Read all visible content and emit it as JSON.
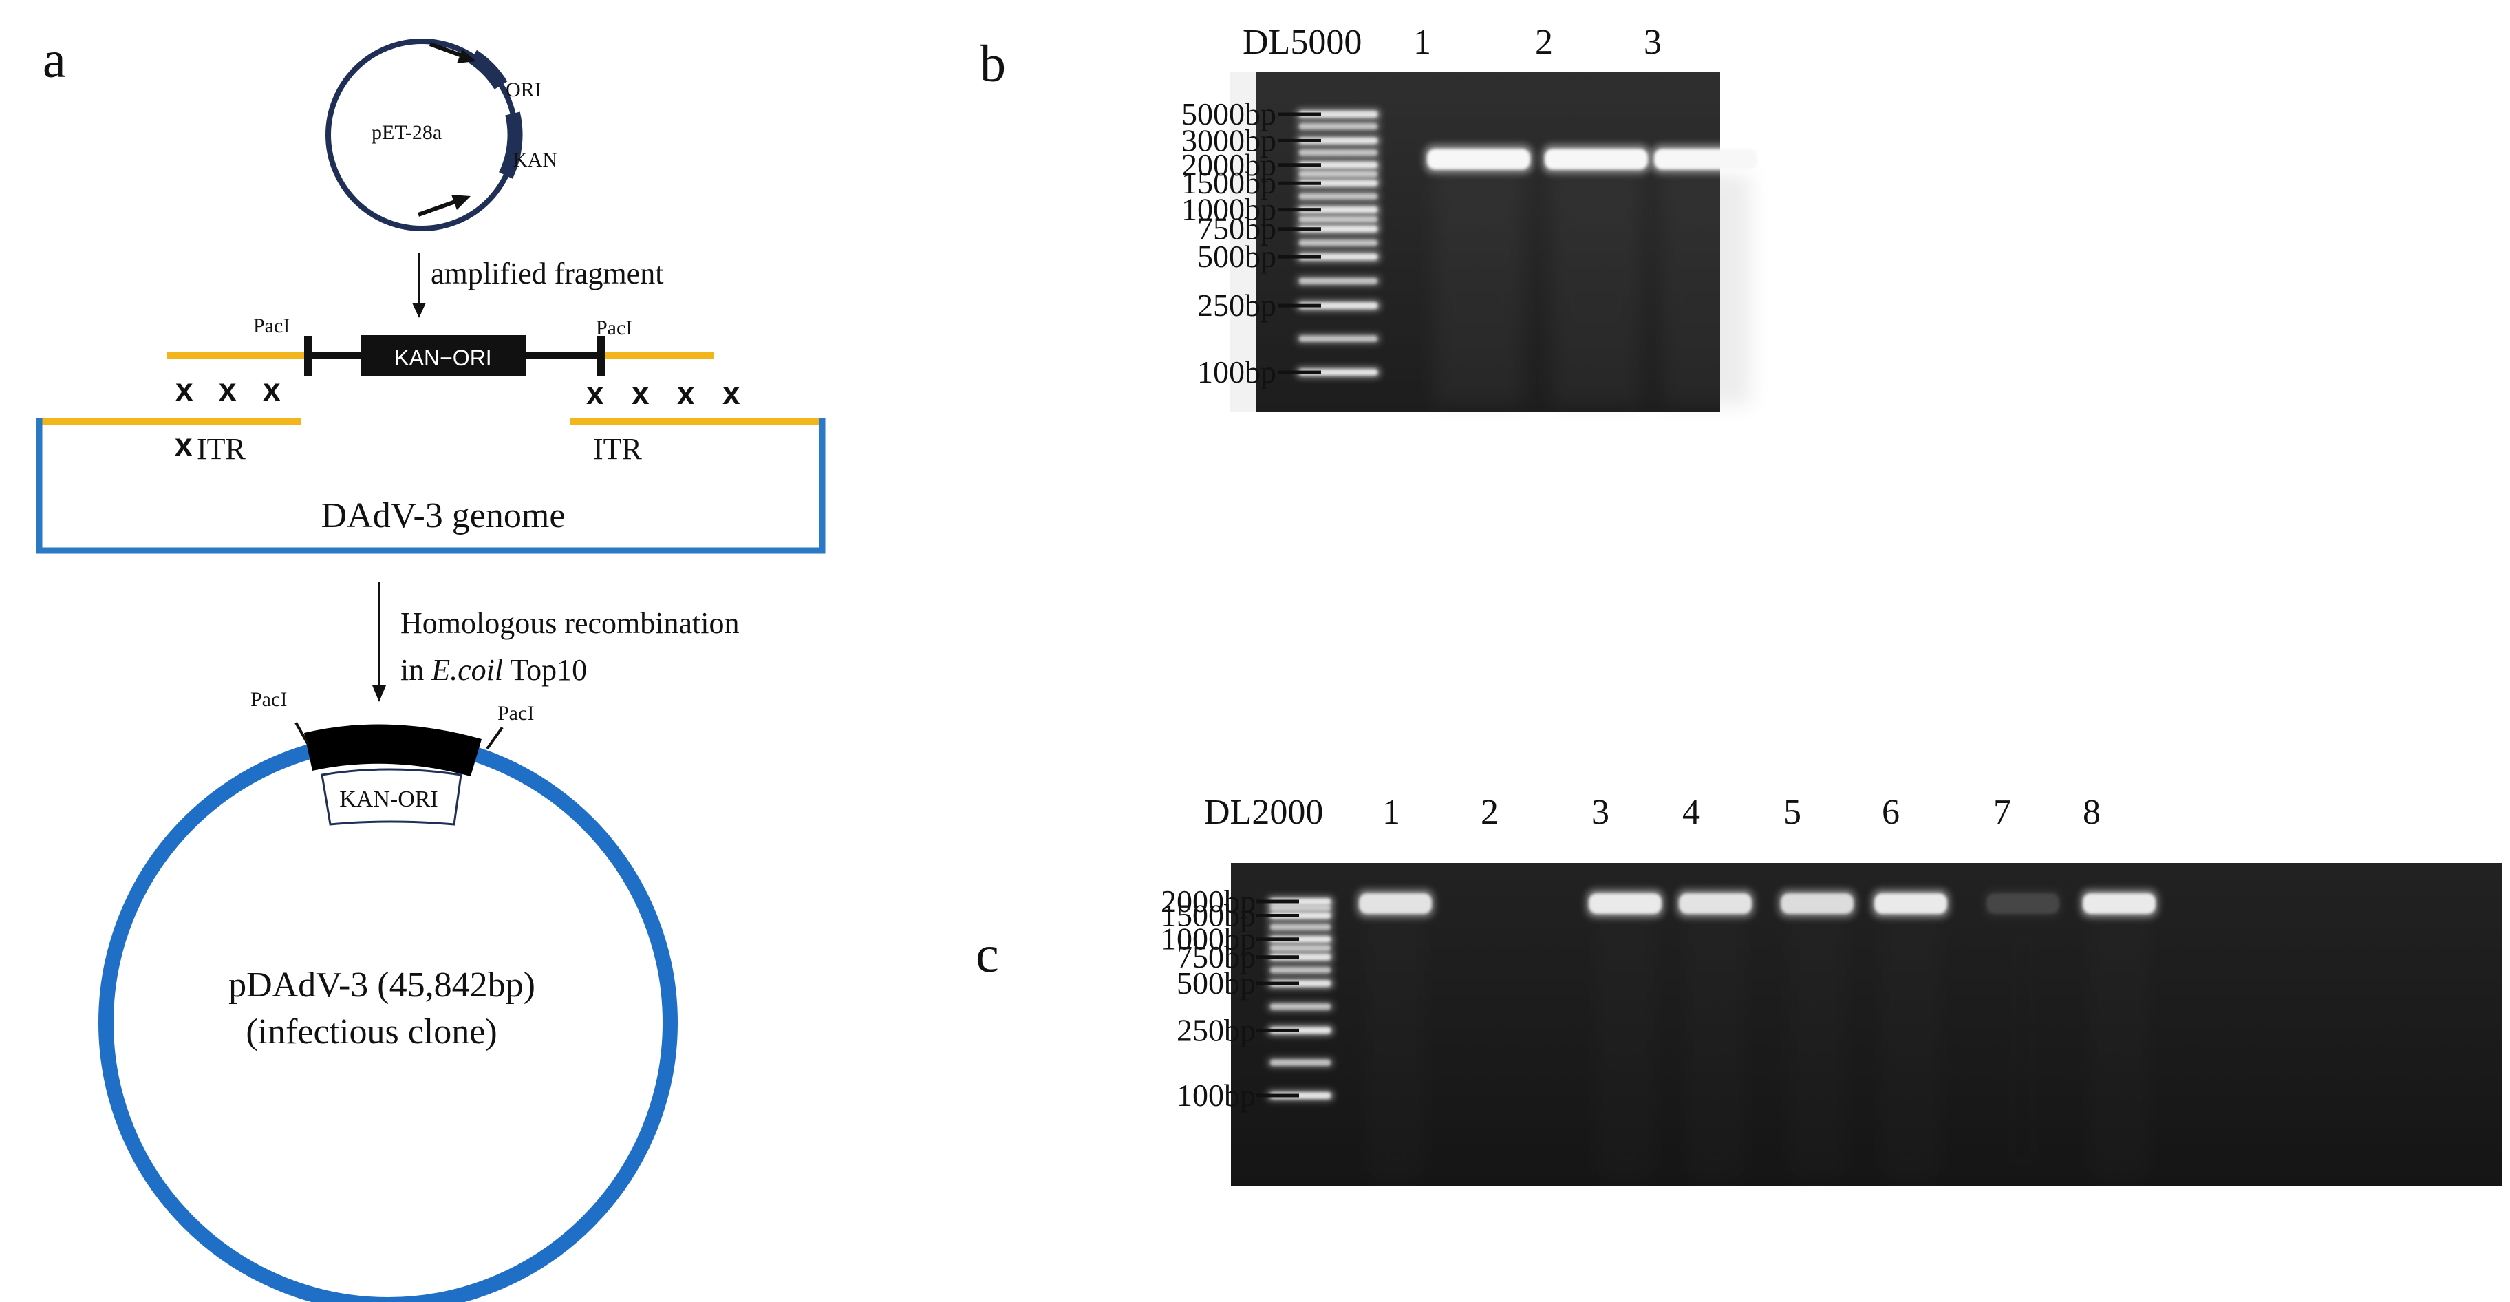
{
  "panel_a": {
    "letter": "a",
    "plasmid": {
      "name": "pET-28a",
      "ori": "ORI",
      "kan": "KAN"
    },
    "step1": "amplified fragment",
    "construct": {
      "left_site": "PacI",
      "right_site": "PacI",
      "cassette": "KAN−ORI",
      "left_itr": "ITR",
      "right_itr": "ITR",
      "x_mark": "x"
    },
    "genome": "DAdV-3 genome",
    "step2_line1": "Homologous recombination",
    "step2_in": "in ",
    "step2_strain": "E.coil",
    "step2_rest": " Top10",
    "product": {
      "left_site": "PacI",
      "right_site": "PacI",
      "cassette": "KAN-ORI",
      "name": "pDAdV-3 (45,842bp)",
      "note": "(infectious clone)"
    },
    "colors": {
      "homology_arm": "#f2b51c",
      "genome": "#2a79c7",
      "plasmid": "#1f2f56",
      "insert": "#000000"
    }
  },
  "panel_b": {
    "letter": "b",
    "marker_label": "DL5000",
    "lane_labels": [
      "1",
      "2",
      "3"
    ],
    "ladder_labels": [
      "5000bp",
      "3000bp",
      "2000bp",
      "1500bp",
      "1000bp",
      "750bp",
      "500bp",
      "250bp",
      "100bp"
    ],
    "ladder_sizes_bp": [
      5000,
      3000,
      2000,
      1500,
      1000,
      750,
      500,
      250,
      100
    ],
    "sample_band_bp": 2200,
    "sample_band_intensity": [
      1.0,
      1.0,
      1.0
    ]
  },
  "panel_c": {
    "letter": "c",
    "marker_label": "DL2000",
    "lane_labels": [
      "1",
      "2",
      "3",
      "4",
      "5",
      "6",
      "7",
      "8"
    ],
    "ladder_labels": [
      "2000bp",
      "1500bp",
      "1000bp",
      "750bp",
      "500bp",
      "250bp",
      "100bp"
    ],
    "ladder_sizes_bp": [
      2000,
      1500,
      1000,
      750,
      500,
      250,
      100
    ],
    "sample_band_bp": 1900,
    "sample_band_intensity": [
      0.85,
      0.0,
      0.9,
      0.85,
      0.8,
      0.9,
      0.12,
      0.9
    ]
  }
}
